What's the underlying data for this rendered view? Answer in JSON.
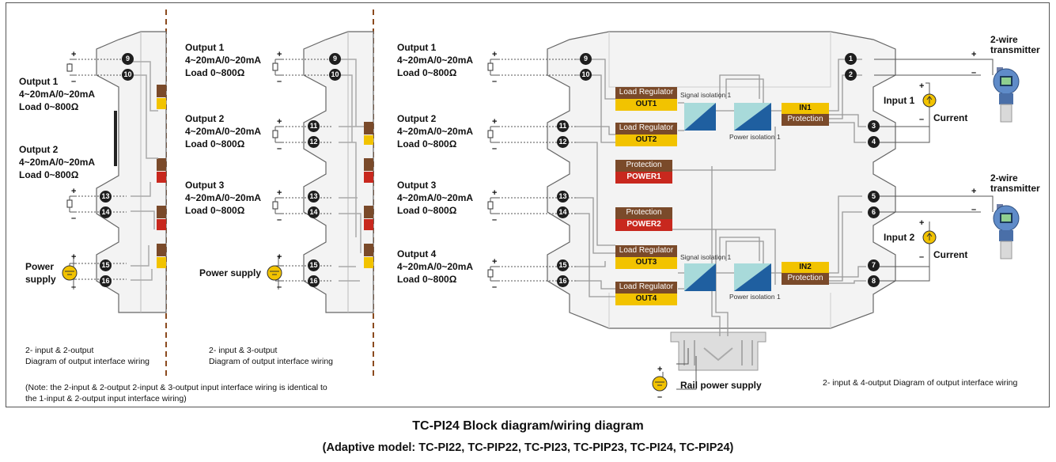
{
  "panel_a": {
    "output1": {
      "name": "Output 1",
      "range": "4~20mA/0~20mA",
      "load": "Load 0~800Ω"
    },
    "output2": {
      "name": "Output 2",
      "range": "4~20mA/0~20mA",
      "load": "Load 0~800Ω"
    },
    "power": {
      "line1": "Power",
      "line2": "supply"
    },
    "caption": {
      "line1": "2- input & 2-output",
      "line2": "Diagram of output interface wiring"
    },
    "terminals": [
      "9",
      "10",
      "13",
      "14",
      "15",
      "16"
    ]
  },
  "panel_b": {
    "output1": {
      "name": "Output 1",
      "range": "4~20mA/0~20mA",
      "load": "Load 0~800Ω"
    },
    "output2": {
      "name": "Output 2",
      "range": "4~20mA/0~20mA",
      "load": "Load 0~800Ω"
    },
    "output3": {
      "name": "Output 3",
      "range": "4~20mA/0~20mA",
      "load": "Load 0~800Ω"
    },
    "power": "Power supply",
    "caption": {
      "line1": "2- input & 3-output",
      "line2": "Diagram of output interface wiring"
    },
    "terminals": [
      "9",
      "10",
      "11",
      "12",
      "13",
      "14",
      "15",
      "16"
    ]
  },
  "note": {
    "line1": "(Note: the 2-input & 2-output 2-input & 3-output  input interface wiring is identical to",
    "line2": "the 1-input & 2-output input interface wiring)"
  },
  "panel_c": {
    "outputs": [
      {
        "name": "Output 1",
        "range": "4~20mA/0~20mA",
        "load": "Load 0~800Ω"
      },
      {
        "name": "Output 2",
        "range": "4~20mA/0~20mA",
        "load": "Load 0~800Ω"
      },
      {
        "name": "Output 3",
        "range": "4~20mA/0~20mA",
        "load": "Load 0~800Ω"
      },
      {
        "name": "Output 4",
        "range": "4~20mA/0~20mA",
        "load": "Load 0~800Ω"
      }
    ],
    "blocks": {
      "load_regulator": "Load Regulator",
      "out1": "OUT1",
      "out2": "OUT2",
      "out3": "OUT3",
      "out4": "OUT4",
      "protection": "Protection",
      "power1": "POWER1",
      "power2": "POWER2",
      "in1": "IN1",
      "in2": "IN2",
      "signal_isolation_1": "Signal isolation 1",
      "power_isolation_1": "Power isolation 1"
    },
    "inputs": {
      "input1": "Input 1",
      "input2": "Input 2",
      "current": "Current",
      "transmitter_line1": "2-wire",
      "transmitter_line2": "transmitter"
    },
    "rail_power": "Rail power supply",
    "caption": "2- input & 4-output Diagram of output interface wiring",
    "terminals_left": [
      "9",
      "10",
      "11",
      "12",
      "13",
      "14",
      "15",
      "16"
    ],
    "terminals_right": [
      "1",
      "2",
      "3",
      "4",
      "5",
      "6",
      "7",
      "8"
    ]
  },
  "title": {
    "line1": "TC-PI24    Block diagram/wiring diagram",
    "line2": "(Adaptive model: TC-PI22, TC-PIP22, TC-PI23, TC-PIP23, TC-PI24, TC-PIP24)"
  },
  "colors": {
    "brown": "#7a4a2a",
    "yellow": "#f2c300",
    "red": "#c8281e",
    "divider": "#8b4a1e",
    "housing": "#f3f3f3"
  }
}
